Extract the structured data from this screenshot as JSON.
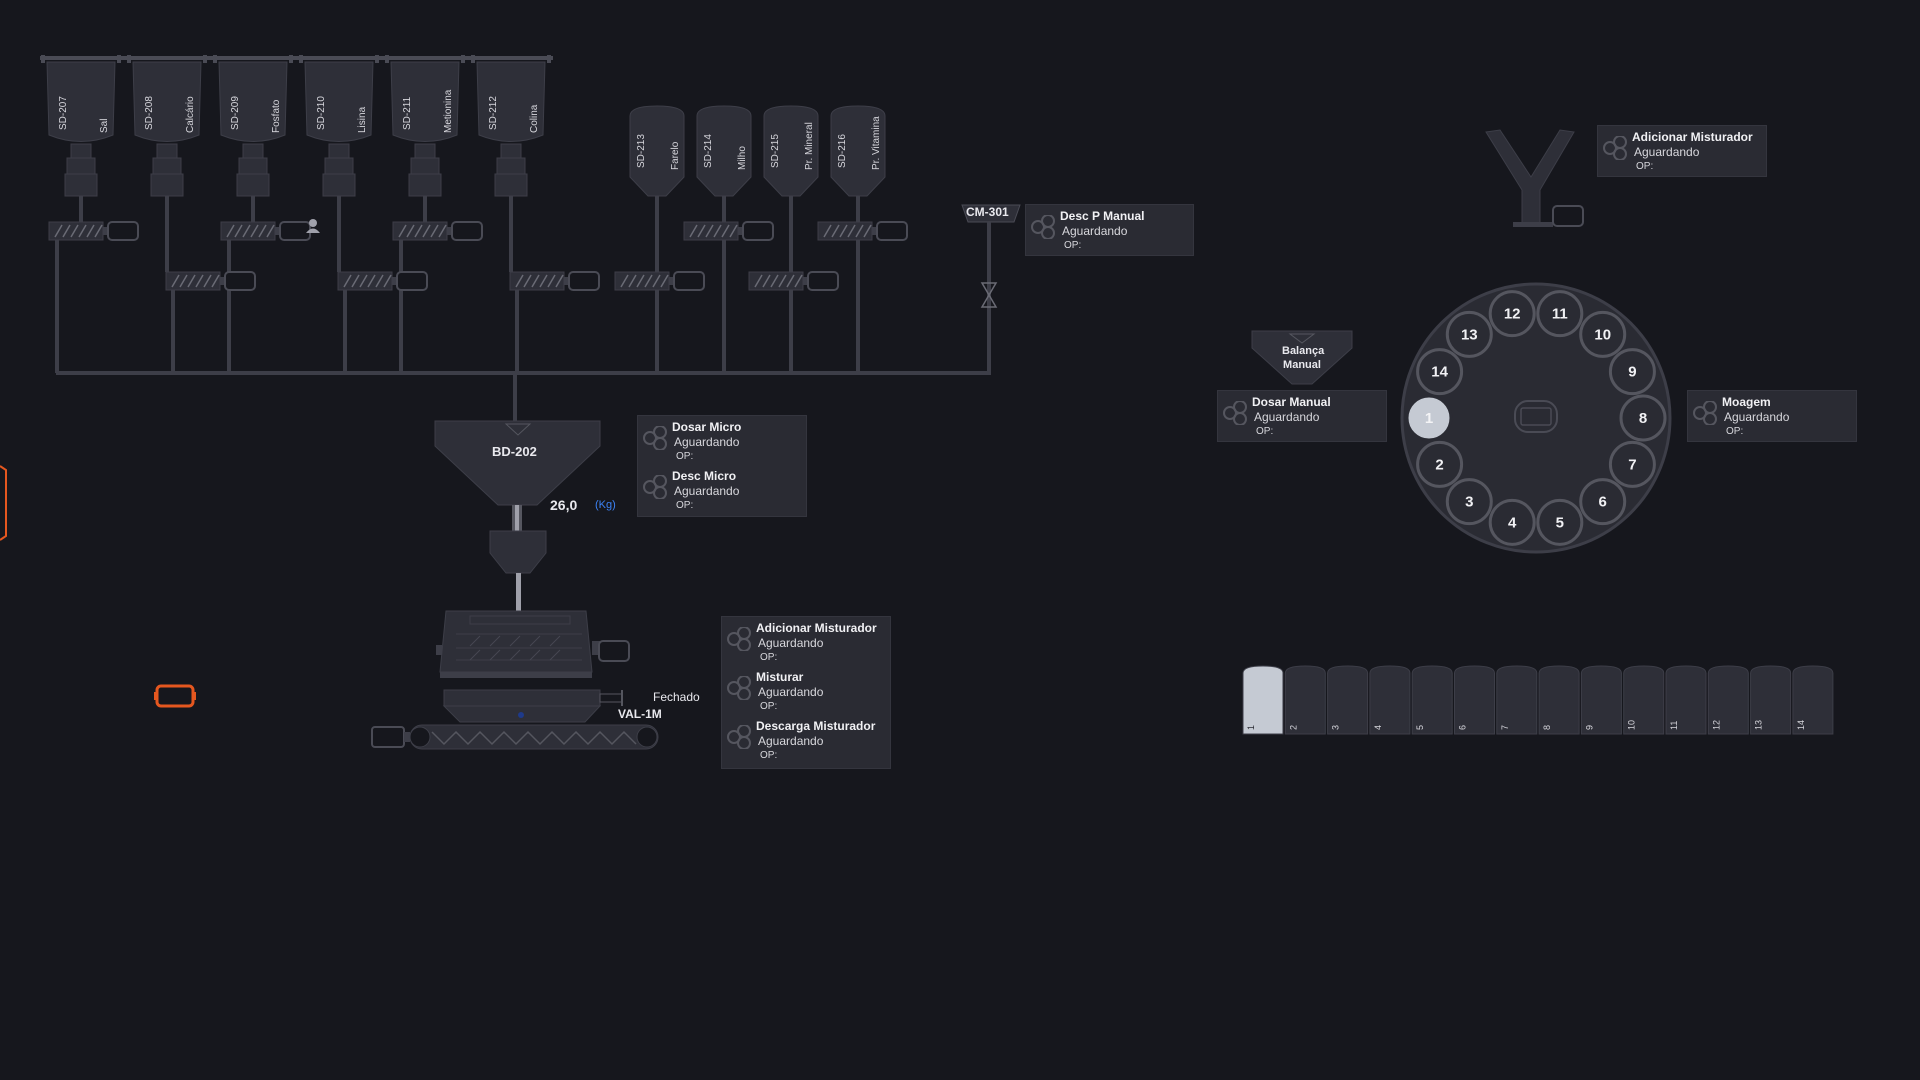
{
  "top_silos": [
    {
      "id": "SD-207",
      "material": "Sal"
    },
    {
      "id": "SD-208",
      "material": "Calcário"
    },
    {
      "id": "SD-209",
      "material": "Fosfato"
    },
    {
      "id": "SD-210",
      "material": "Lisina"
    },
    {
      "id": "SD-211",
      "material": "Metionina"
    },
    {
      "id": "SD-212",
      "material": "Colina"
    }
  ],
  "mid_silos": [
    {
      "id": "SD-213",
      "material": "Farelo"
    },
    {
      "id": "SD-214",
      "material": "Milho"
    },
    {
      "id": "SD-215",
      "material": "Pr. Mineral"
    },
    {
      "id": "SD-216",
      "material": "Pr. Vitamina"
    }
  ],
  "cm301": {
    "label": "CM-301"
  },
  "bd202": {
    "label": "BD-202",
    "weight": "26,0",
    "unit": "(Kg)"
  },
  "mixer": {
    "valve_label": "VAL-1M",
    "valve_state": "Fechado"
  },
  "balanca": {
    "line1": "Balança",
    "line2": "Manual"
  },
  "panels": {
    "desc_p_manual": {
      "title": "Desc P Manual",
      "state": "Aguardando",
      "op": "OP:"
    },
    "dosar_micro": {
      "title": "Dosar Micro",
      "state": "Aguardando",
      "op": "OP:"
    },
    "desc_micro": {
      "title": "Desc Micro",
      "state": "Aguardando",
      "op": "OP:"
    },
    "adic_mist_1": {
      "title": "Adicionar Misturador",
      "state": "Aguardando",
      "op": "OP:"
    },
    "misturar": {
      "title": "Misturar",
      "state": "Aguardando",
      "op": "OP:"
    },
    "descarga_mist": {
      "title": "Descarga Misturador",
      "state": "Aguardando",
      "op": "OP:"
    },
    "adic_mist_2": {
      "title": "Adicionar Misturador",
      "state": "Aguardando",
      "op": "OP:"
    },
    "dosar_manual": {
      "title": "Dosar Manual",
      "state": "Aguardando",
      "op": "OP:"
    },
    "moagem": {
      "title": "Moagem",
      "state": "Aguardando",
      "op": "OP:"
    }
  },
  "carousel": {
    "positions": [
      "1",
      "2",
      "3",
      "4",
      "5",
      "6",
      "7",
      "8",
      "9",
      "10",
      "11",
      "12",
      "13",
      "14"
    ],
    "active": "1"
  },
  "bins": {
    "labels": [
      "1",
      "2",
      "3",
      "4",
      "5",
      "6",
      "7",
      "8",
      "9",
      "10",
      "11",
      "12",
      "13",
      "14"
    ],
    "filled": "1"
  },
  "colors": {
    "background": "#16171d",
    "equipment": "#2e2f38",
    "pipe": "#3d3e48",
    "accent_orange": "#e5571f",
    "unit_blue": "#3b82f6",
    "active_light": "#c5cad3"
  }
}
